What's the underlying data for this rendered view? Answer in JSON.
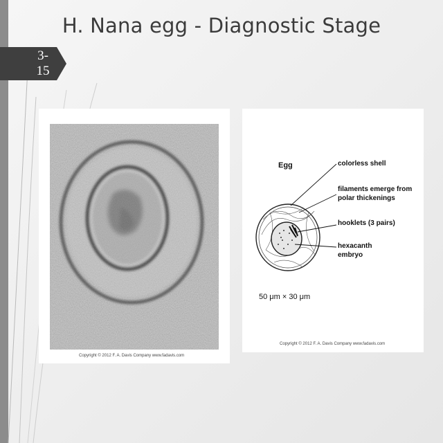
{
  "slide": {
    "title": "H. Nana egg - Diagnostic Stage",
    "number_line1": "3-",
    "number_line2": "15"
  },
  "photo": {
    "copyright": "Copyright © 2012  F. A. Davis Company   www.fadavis.com"
  },
  "diagram": {
    "heading": "Egg",
    "labels": {
      "shell": "colorless shell",
      "filaments_line1": "filaments emerge from",
      "filaments_line2": "polar thickenings",
      "hooklets": "hooklets (3 pairs)",
      "embryo_line1": "hexacanth",
      "embryo_line2": "embryo"
    },
    "size": "50 μm × 30 μm",
    "copyright": "Copyright © 2012  F. A. Davis Company   www.fadavis.com"
  }
}
